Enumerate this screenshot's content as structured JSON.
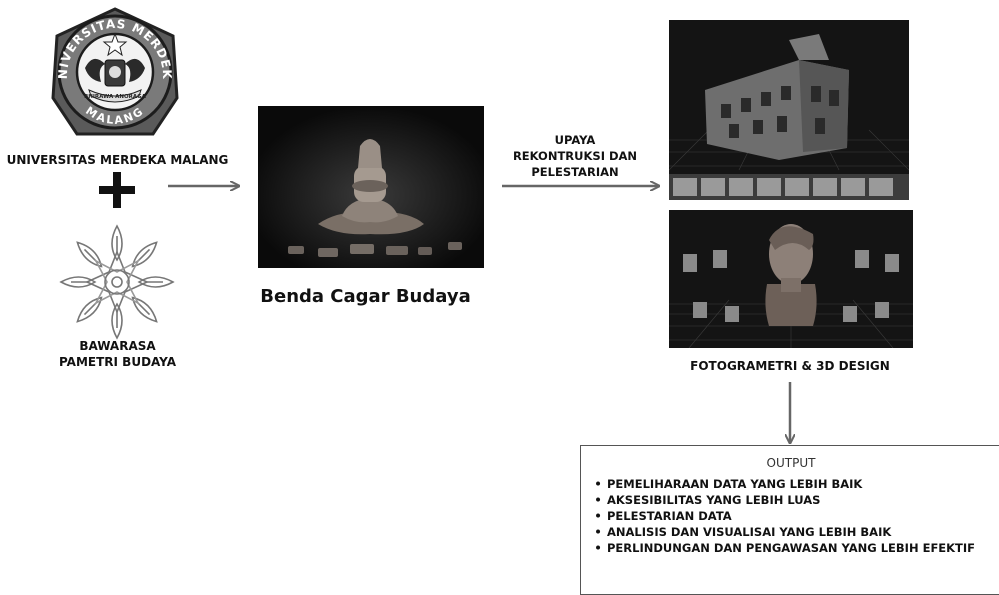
{
  "left_column": {
    "university_logo": {
      "icon": "university-logo-icon",
      "ring_text_top": "UNIVERSITAS MERDEKA",
      "ring_text_bottom": "MALANG",
      "banner_text": "BHIRAWA ANORAGA"
    },
    "university_caption": "UNIVERSITAS MERDEKA MALANG",
    "plus_icon": "plus-icon",
    "bawarasa_logo_icon": "mandala-logo-icon",
    "bawarasa_caption_line1": "BAWARASA",
    "bawarasa_caption_line2": "PAMETRI BUDAYA"
  },
  "center": {
    "artifact_photo_icon": "artifact-photo",
    "caption": "Benda Cagar Budaya"
  },
  "arrow_label": {
    "line1": "UPAYA",
    "line2": "REKONTRUKSI DAN",
    "line3": "PELESTARIAN"
  },
  "right_column": {
    "building_render_icon": "building-3d-render",
    "bust_render_icon": "bust-3d-render",
    "caption": "FOTOGRAMETRI & 3D DESIGN"
  },
  "output": {
    "title": "OUTPUT",
    "items": [
      "PEMELIHARAAN DATA YANG LEBIH BAIK",
      "AKSESIBILITAS YANG LEBIH LUAS",
      "PELESTARIAN DATA",
      "ANALISIS DAN VISUALISAI YANG LEBIH BAIK",
      "PERLINDUNGAN DAN PENGAWASAN YANG LEBIH EFEKTIF"
    ]
  }
}
